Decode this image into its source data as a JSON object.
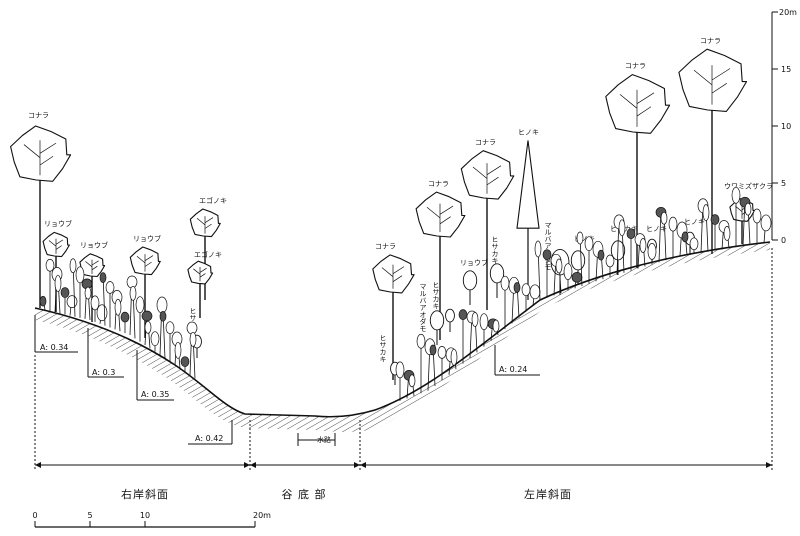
{
  "height_axis": {
    "unit_label": "20m",
    "ticks": [
      "15",
      "10",
      "5",
      "0"
    ]
  },
  "trees": [
    {
      "id": "t1",
      "label": "コナラ",
      "kind": "broad",
      "height_m": 16
    },
    {
      "id": "t2",
      "label": "リョウブ",
      "kind": "broad",
      "height_m": 7
    },
    {
      "id": "t3",
      "label": "リョウブ",
      "kind": "broad",
      "height_m": 6
    },
    {
      "id": "t4",
      "label": "リョウブ",
      "kind": "broad",
      "height_m": 8
    },
    {
      "id": "t5",
      "label": "エゴノキ",
      "kind": "broad",
      "height_m": 8
    },
    {
      "id": "t6",
      "label": "エゴノキ",
      "kind": "broad",
      "height_m": 5
    },
    {
      "id": "t7",
      "label": "ヒサカキ",
      "kind": "shrub",
      "height_m": 2
    },
    {
      "id": "t8",
      "label": "コナラ",
      "kind": "broad",
      "height_m": 11
    },
    {
      "id": "t9",
      "label": "コナラ",
      "kind": "broad",
      "height_m": 13
    },
    {
      "id": "t10",
      "label": "コナラ",
      "kind": "broad",
      "height_m": 14
    },
    {
      "id": "t11",
      "label": "ヒノキ",
      "kind": "conifer",
      "height_m": 14
    },
    {
      "id": "t12",
      "label": "コナラ",
      "kind": "broad",
      "height_m": 17
    },
    {
      "id": "t13",
      "label": "コナラ",
      "kind": "broad",
      "height_m": 18
    },
    {
      "id": "t14",
      "label": "ヒサカキ",
      "kind": "shrub",
      "height_m": 2
    },
    {
      "id": "t15",
      "label": "マルバアオダモ",
      "kind": "shrub",
      "height_m": 3
    },
    {
      "id": "t16",
      "label": "ヒサカキ",
      "kind": "shrub",
      "height_m": 2
    },
    {
      "id": "t17",
      "label": "リョウブ",
      "kind": "shrub",
      "height_m": 3
    },
    {
      "id": "t18",
      "label": "ヒサカキ",
      "kind": "shrub",
      "height_m": 3
    },
    {
      "id": "t19",
      "label": "マルバアオダモ",
      "kind": "shrub",
      "height_m": 4
    },
    {
      "id": "t20",
      "label": "ヒノキ",
      "kind": "shrub",
      "height_m": 3
    },
    {
      "id": "t21",
      "label": "ヒサカキ",
      "kind": "shrub",
      "height_m": 3
    },
    {
      "id": "t22",
      "label": "ヒノキ",
      "kind": "shrub",
      "height_m": 2
    },
    {
      "id": "t23",
      "label": "ヒノキ",
      "kind": "shrub",
      "height_m": 2
    },
    {
      "id": "t24",
      "label": "ウワミズザクラ",
      "kind": "broad",
      "height_m": 4
    }
  ],
  "depth_values": [
    {
      "label": "A: 0.34"
    },
    {
      "label": "A: 0.3"
    },
    {
      "label": "A: 0.35"
    },
    {
      "label": "A: 0.42"
    },
    {
      "label": "A: 0.24"
    }
  ],
  "stream_label": "水路",
  "zones": {
    "right_bank": "右岸斜面",
    "valley_floor": "谷 底 部",
    "left_bank": "左岸斜面"
  },
  "scale_bar": {
    "ticks": [
      "0",
      "5",
      "10",
      "20m"
    ]
  }
}
